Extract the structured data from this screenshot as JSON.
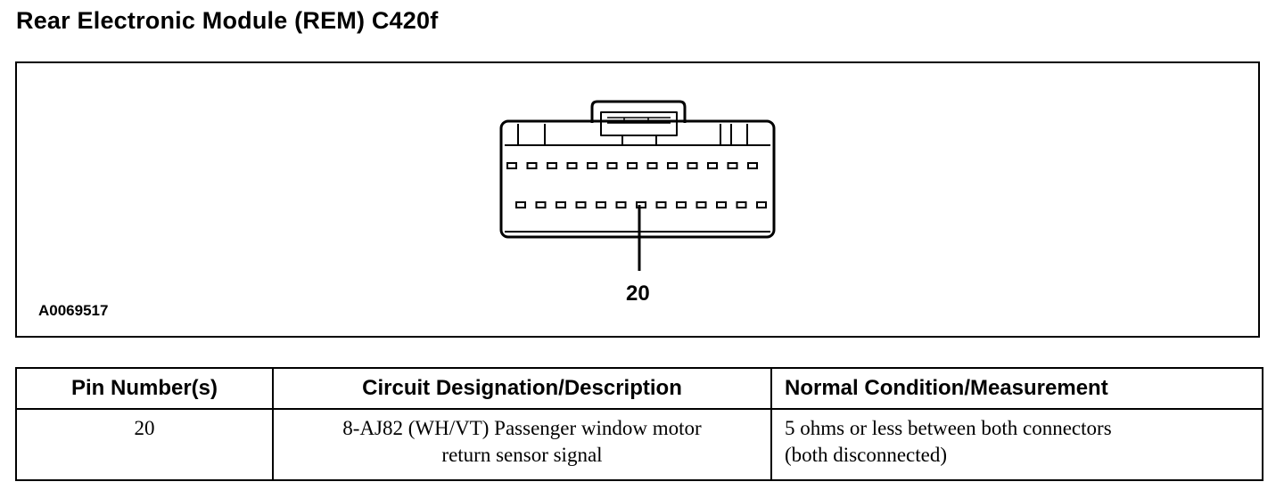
{
  "title": "Rear Electronic Module (REM) C420f",
  "figure": {
    "figure_id": "A0069517",
    "callout_label": "20"
  },
  "table": {
    "headers": [
      "Pin Number(s)",
      "Circuit Designation/Description",
      "Normal Condition/Measurement"
    ],
    "rows": [
      {
        "pin": "20",
        "circuit_line1": "8-AJ82 (WH/VT) Passenger window motor",
        "circuit_line2": "return sensor signal",
        "condition_line1": "5 ohms or less between both connectors",
        "condition_line2": "(both disconnected)"
      }
    ]
  }
}
